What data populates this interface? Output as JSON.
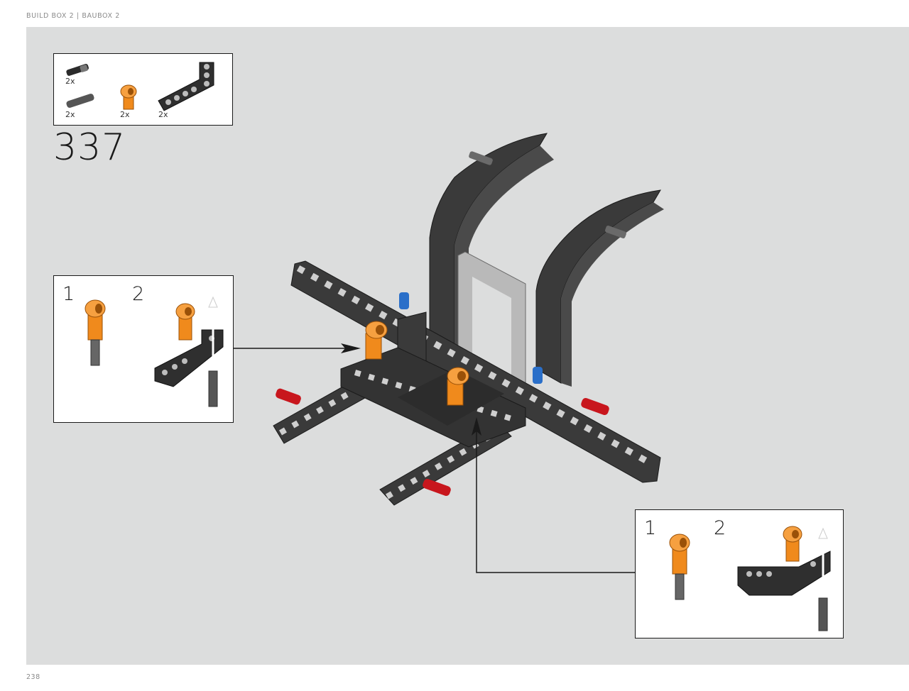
{
  "header": {
    "text": "BUILD BOX 2  |  BAUBOX 2"
  },
  "page": {
    "number": "238"
  },
  "step": {
    "number": "337"
  },
  "parts": [
    {
      "name": "axle-pin-black",
      "qty": "2x"
    },
    {
      "name": "axle-pin-dark-gray",
      "qty": "2x"
    },
    {
      "name": "axle-connector-orange",
      "qty": "2x"
    },
    {
      "name": "l-liftarm-black",
      "qty": "2x"
    }
  ],
  "callouts": [
    {
      "steps": [
        "1",
        "2"
      ]
    },
    {
      "steps": [
        "1",
        "2"
      ]
    }
  ],
  "colors": {
    "background": "#dcdddd",
    "beam": "#3a3a3a",
    "beam_light": "#b9b9b9",
    "orange": "#f08a1c",
    "red": "#c8161d",
    "blue": "#2a6fc9"
  }
}
